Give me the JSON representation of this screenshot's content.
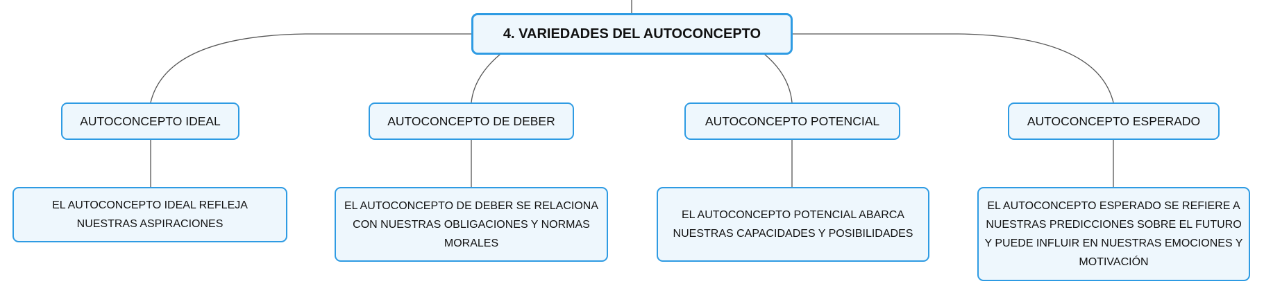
{
  "map": {
    "root": {
      "label": "4. VARIEDADES DEL AUTOCONCEPTO"
    },
    "branches": [
      {
        "label": "AUTOCONCEPTO IDEAL",
        "detail": "EL AUTOCONCEPTO IDEAL REFLEJA NUESTRAS ASPIRACIONES"
      },
      {
        "label": "AUTOCONCEPTO DE DEBER",
        "detail": "EL AUTOCONCEPTO DE DEBER SE RELACIONA CON NUESTRAS OBLIGACIONES Y NORMAS MORALES"
      },
      {
        "label": "AUTOCONCEPTO POTENCIAL",
        "detail": "EL AUTOCONCEPTO POTENCIAL ABARCA NUESTRAS CAPACIDADES Y POSIBILIDADES"
      },
      {
        "label": "AUTOCONCEPTO ESPERADO",
        "detail": "EL AUTOCONCEPTO ESPERADO SE REFIERE A NUESTRAS PREDICCIONES SOBRE EL FUTURO Y PUEDE INFLUIR EN NUESTRAS EMOCIONES Y MOTIVACIÓN"
      }
    ],
    "colors": {
      "node_border": "#2e9be3",
      "node_fill": "#eef7fd",
      "connector": "#555555"
    }
  }
}
